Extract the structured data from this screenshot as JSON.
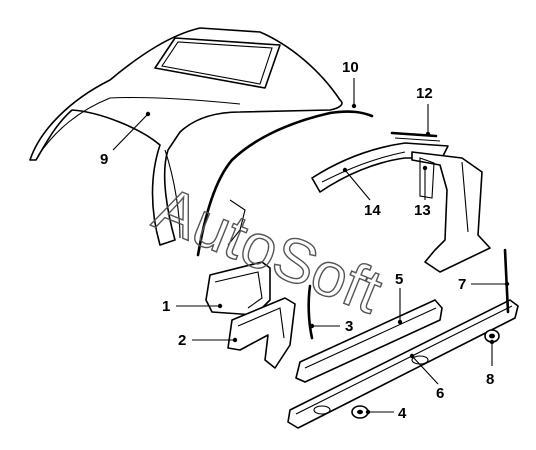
{
  "watermark": "AutoSoft",
  "callouts": [
    {
      "id": "label-1",
      "text": "1"
    },
    {
      "id": "label-2",
      "text": "2"
    },
    {
      "id": "label-3",
      "text": "3"
    },
    {
      "id": "label-4",
      "text": "4"
    },
    {
      "id": "label-5",
      "text": "5"
    },
    {
      "id": "label-6",
      "text": "6"
    },
    {
      "id": "label-7",
      "text": "7"
    },
    {
      "id": "label-8",
      "text": "8"
    },
    {
      "id": "label-9",
      "text": "9"
    },
    {
      "id": "label-10",
      "text": "10"
    },
    {
      "id": "label-12",
      "text": "12"
    },
    {
      "id": "label-13",
      "text": "13"
    },
    {
      "id": "label-14",
      "text": "14"
    }
  ]
}
